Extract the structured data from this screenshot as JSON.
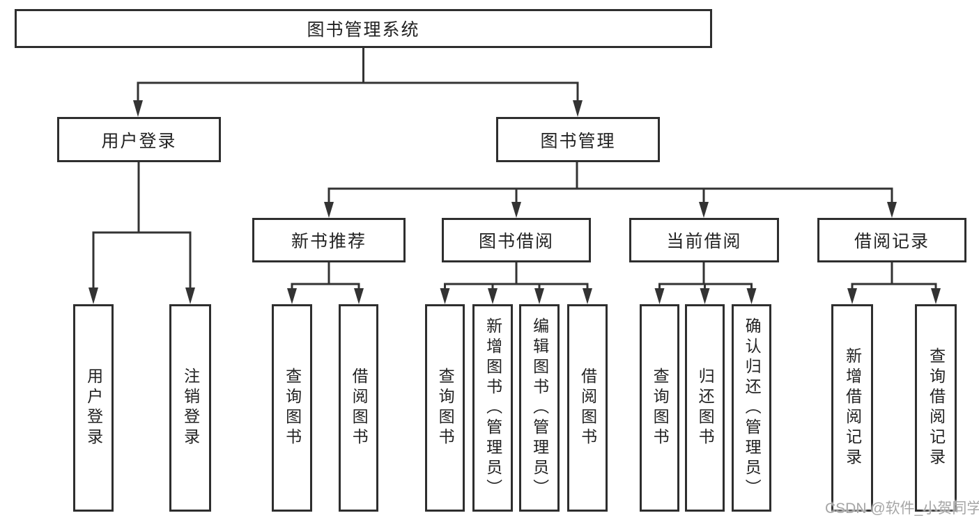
{
  "tree": {
    "label": "图书管理系统",
    "children": [
      {
        "label": "用户登录",
        "children": [
          {
            "label": "用户登录"
          },
          {
            "label": "注销登录"
          }
        ]
      },
      {
        "label": "图书管理",
        "children": [
          {
            "label": "新书推荐",
            "children": [
              {
                "label": "查询图书"
              },
              {
                "label": "借阅图书"
              }
            ]
          },
          {
            "label": "图书借阅",
            "children": [
              {
                "label": "查询图书"
              },
              {
                "label": "新增图书（管理员）"
              },
              {
                "label": "编辑图书（管理员）"
              },
              {
                "label": "借阅图书"
              }
            ]
          },
          {
            "label": "当前借阅",
            "children": [
              {
                "label": "查询图书"
              },
              {
                "label": "归还图书"
              },
              {
                "label": "确认归还（管理员）"
              }
            ]
          },
          {
            "label": "借阅记录",
            "children": [
              {
                "label": "新增借阅记录"
              },
              {
                "label": "查询借阅记录"
              }
            ]
          }
        ]
      }
    ]
  },
  "watermark": {
    "text": "CSDN @软件_小贺同学"
  },
  "colors": {
    "line": "#333333",
    "box_border": "#2e2e2e",
    "text": "#222222",
    "watermark": "#a6a6a6",
    "background": "#ffffff"
  }
}
